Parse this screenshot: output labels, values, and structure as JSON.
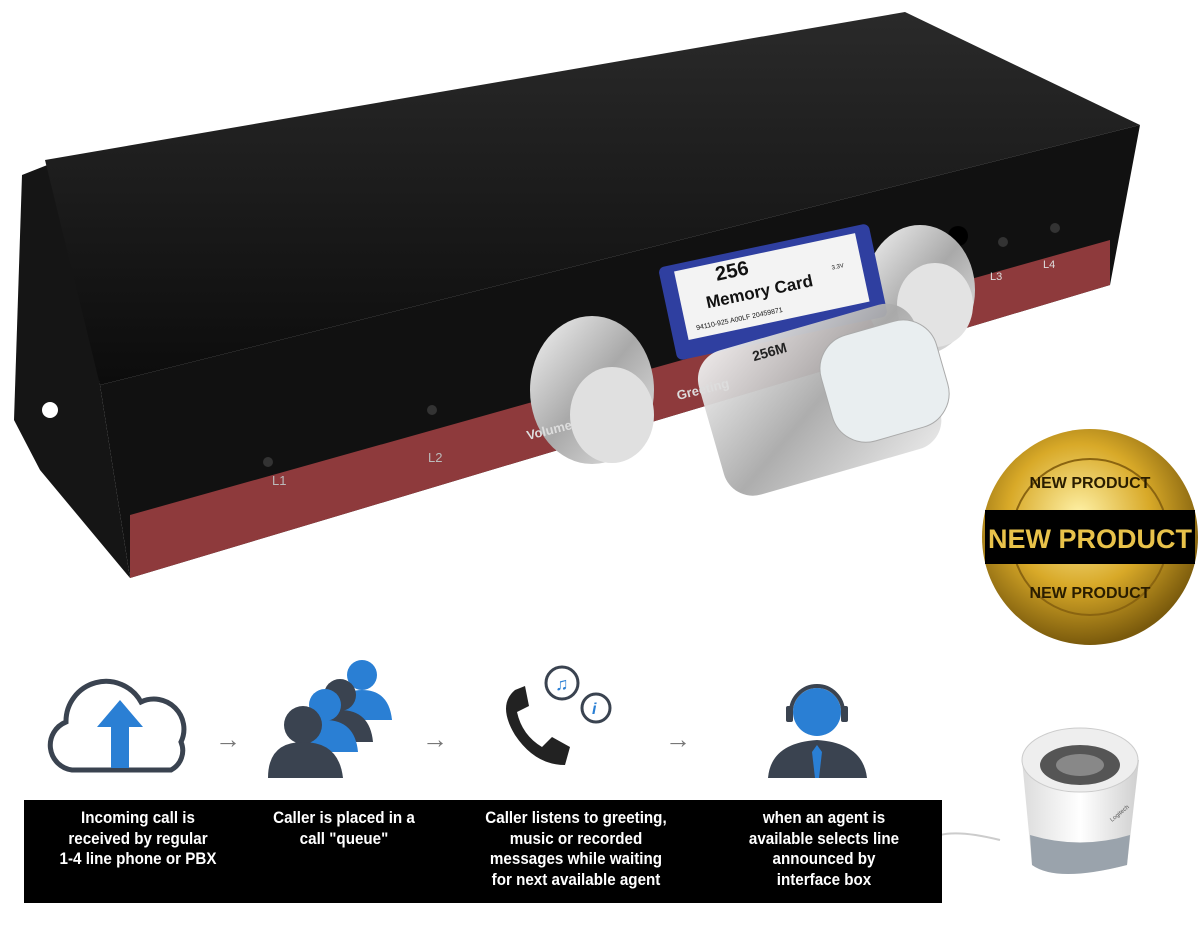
{
  "device": {
    "line_labels": [
      "L1",
      "L2",
      "L3",
      "L4"
    ],
    "knob_labels": [
      "Volume",
      "Greeting"
    ],
    "sd_card": {
      "capacity": "256",
      "label": "Memory Card",
      "voltage": "3.3V",
      "serial": "94110-925 A00LF 20459871"
    },
    "usb_stick_label": "256M"
  },
  "badge": {
    "text": "NEW PRODUCT",
    "ring_text": "NEW PRODUCT"
  },
  "flow": {
    "steps": [
      {
        "icon": "cloud-upload-icon",
        "caption": "Incoming call is\nreceived by regular\n1-4 line phone or PBX"
      },
      {
        "icon": "people-queue-icon",
        "caption": "Caller is placed in a\ncall \"queue\""
      },
      {
        "icon": "phone-music-info-icon",
        "caption": "Caller listens to greeting,\nmusic or recorded\nmessages while waiting\nfor next available agent"
      },
      {
        "icon": "agent-headset-icon",
        "caption": "when an agent is\navailable selects line\nannounced by\ninterface box"
      }
    ],
    "arrow": "→"
  },
  "speaker": {
    "brand": "Logitech"
  },
  "colors": {
    "accent_blue": "#2a7fd4",
    "dark_icon": "#3a4350",
    "device_red": "#8e3a3c",
    "gold": "#c9a227"
  }
}
